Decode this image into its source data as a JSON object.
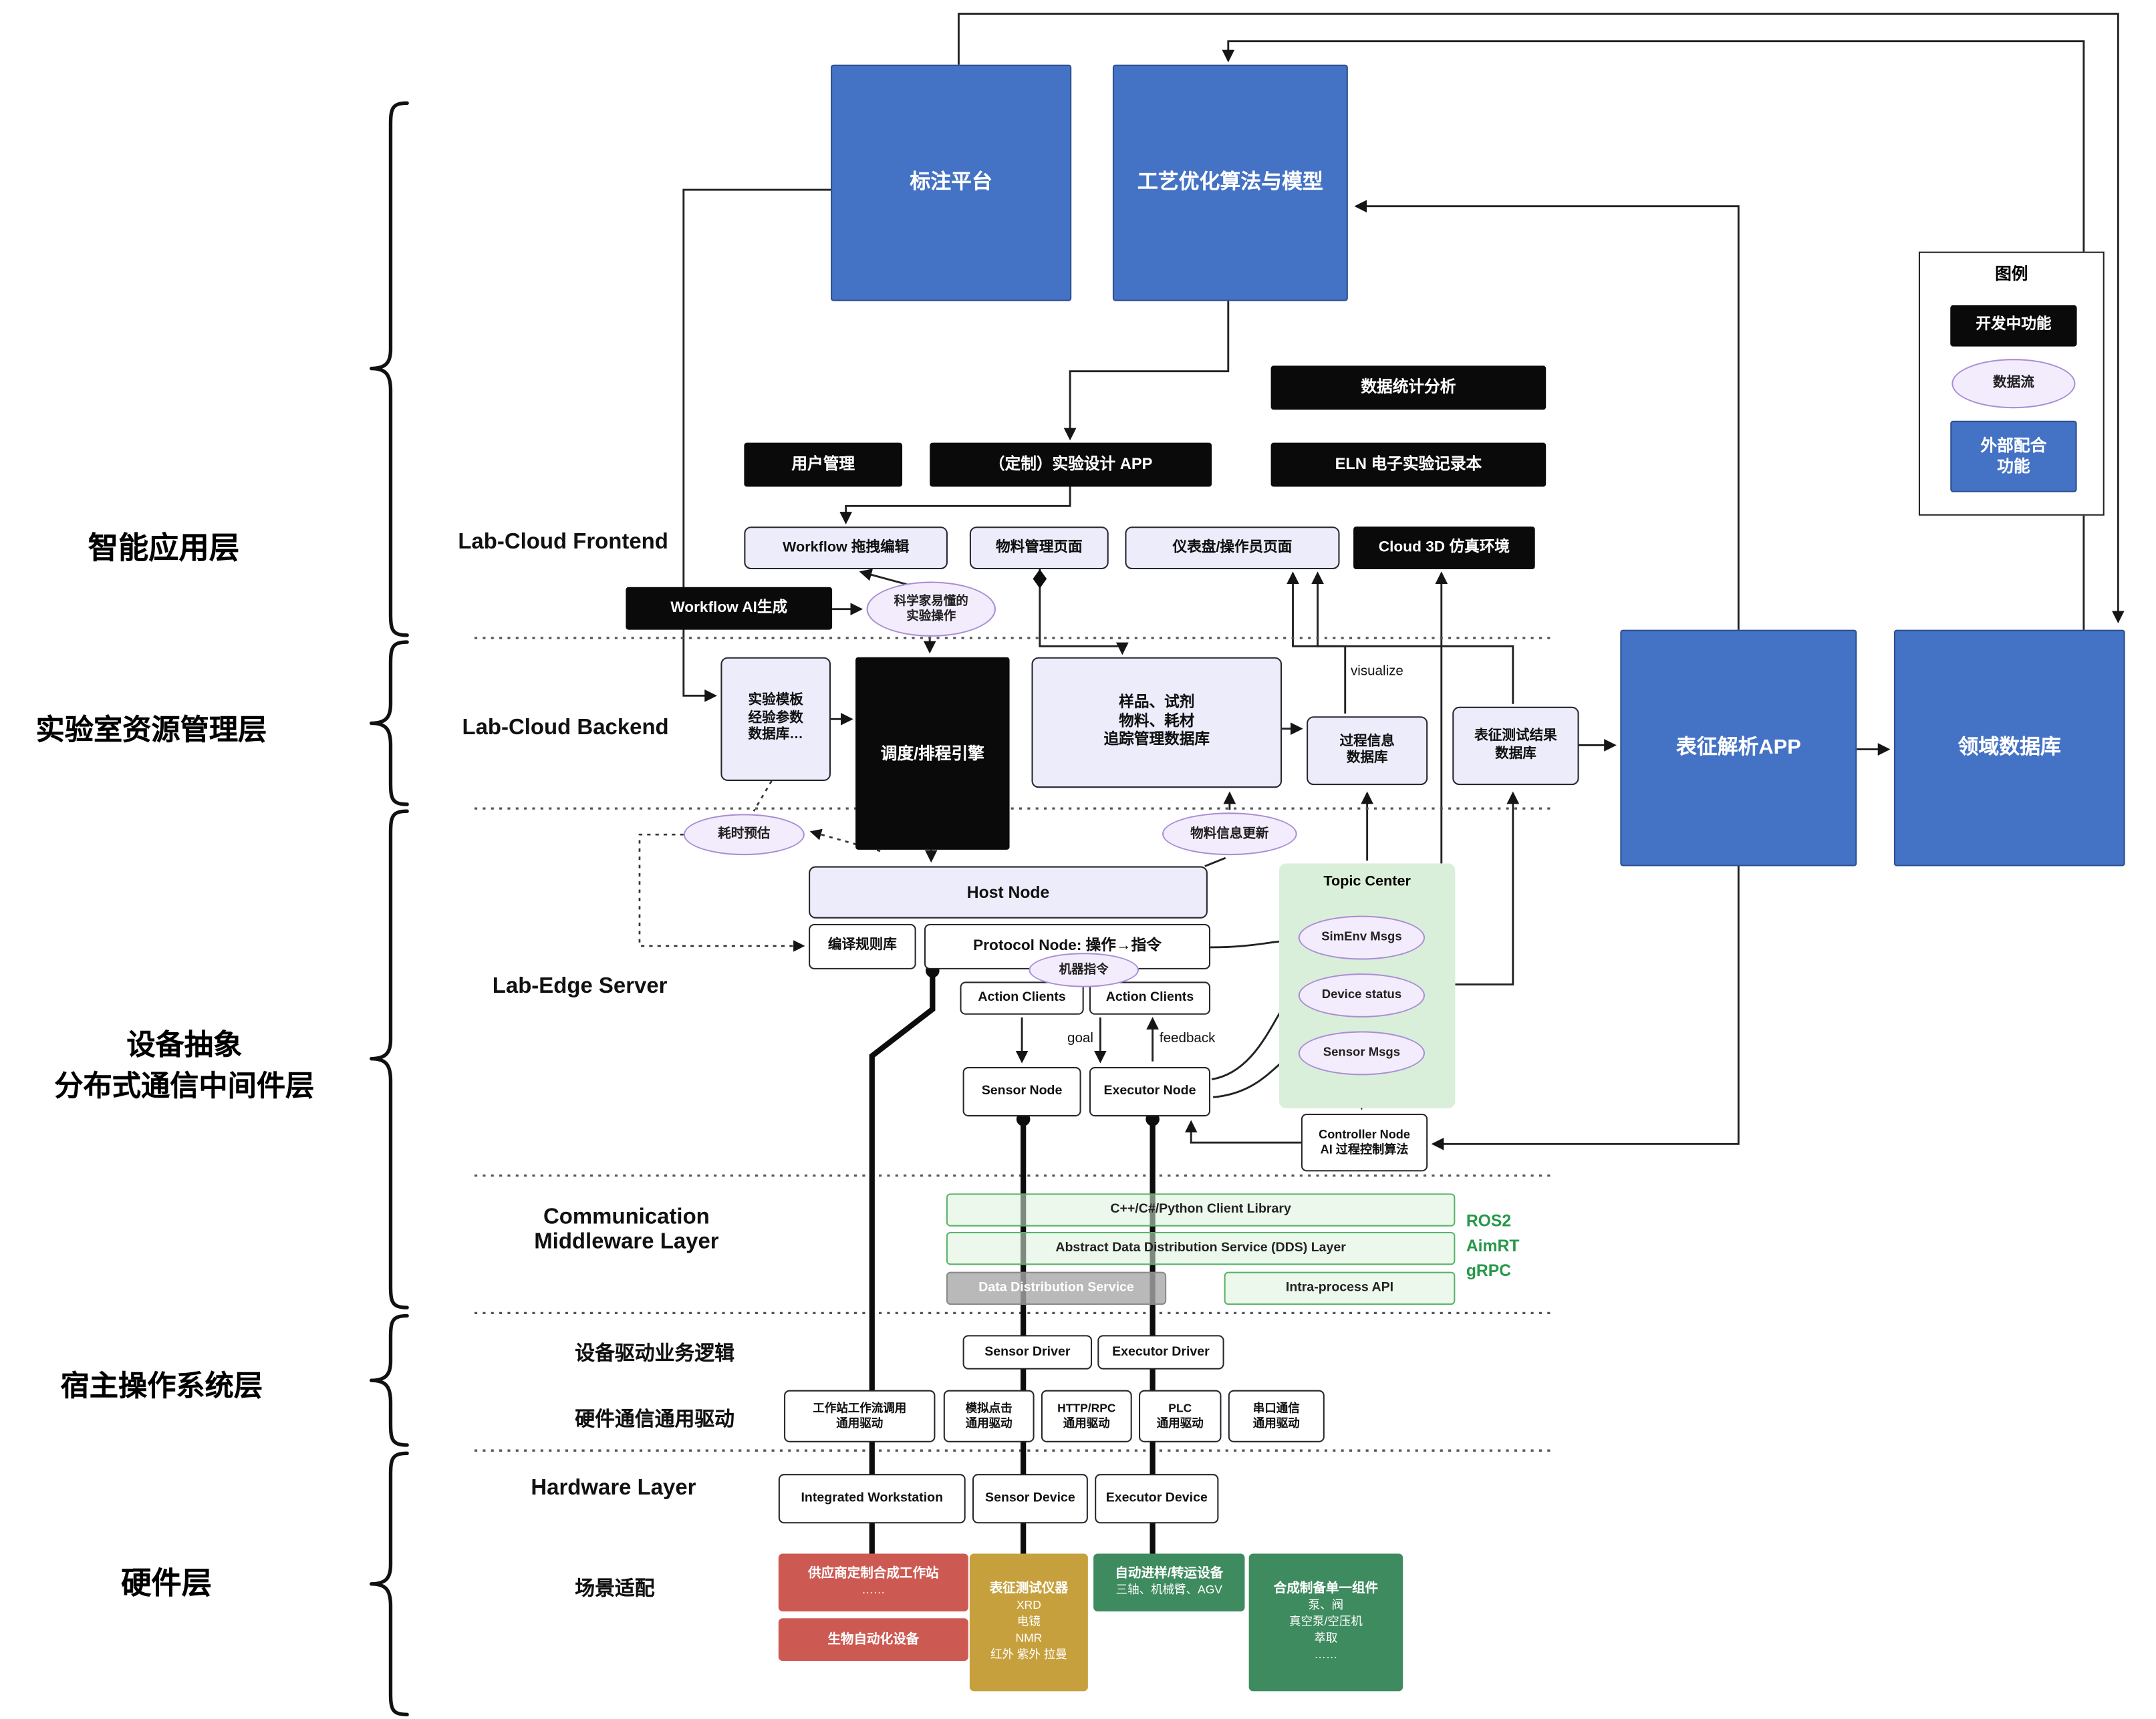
{
  "layer_labels": {
    "intelligent_app": "智能应用层",
    "lab_resource": "实验室资源管理层",
    "device_abstraction": [
      "设备抽象",
      "分布式通信中间件层"
    ],
    "host_os": "宿主操作系统层",
    "hardware": "硬件层"
  },
  "top": {
    "annotation_platform": "标注平台",
    "process_optimization": "工艺优化算法与模型"
  },
  "legend": {
    "title": "图例",
    "in_development": "开发中功能",
    "data_flow": "数据流",
    "external": [
      "外部配合",
      "功能"
    ]
  },
  "frontend": {
    "section_label": "Lab-Cloud Frontend",
    "data_stats": "数据统计分析",
    "user_mgmt": "用户管理",
    "custom_app": "（定制）实验设计 APP",
    "eln": "ELN 电子实验记录本",
    "workflow_editor": "Workflow 拖拽编辑",
    "material_page": "物料管理页面",
    "dashboard_page": "仪表盘/操作员页面",
    "cloud_3d": "Cloud 3D 仿真环境",
    "workflow_ai": "Workflow AI生成",
    "scientist_ops": [
      "科学家易懂的",
      "实验操作"
    ]
  },
  "backend": {
    "section_label": "Lab-Cloud Backend",
    "template_db": [
      "实验模板",
      "经验参数",
      "数据库…"
    ],
    "scheduler": "调度/排程引擎",
    "sample_db": [
      "样品、试剂",
      "物料、耗材",
      "追踪管理数据库"
    ],
    "process_db": [
      "过程信息",
      "数据库"
    ],
    "result_db": [
      "表征测试结果",
      "数据库"
    ],
    "visualize": "visualize",
    "characterization_app": "表征解析APP",
    "domain_db": "领域数据库"
  },
  "edge": {
    "section_label": "Lab-Edge Server",
    "time_estimate": "耗时预估",
    "material_update": "物料信息更新",
    "host_node": "Host Node",
    "compile_rules": "编译规则库",
    "protocol_node": "Protocol Node: 操作→指令",
    "machine_cmd": "机器指令",
    "action_clients_1": "Action Clients",
    "action_clients_2": "Action Clients",
    "goal": "goal",
    "feedback": "feedback",
    "sensor_node": "Sensor Node",
    "executor_node": "Executor Node",
    "topic_center": "Topic Center",
    "simenv_msgs": "SimEnv Msgs",
    "device_status": "Device status",
    "sensor_msgs": "Sensor Msgs",
    "controller_node": [
      "Controller Node",
      "AI 过程控制算法"
    ]
  },
  "middleware": {
    "section_label": [
      "Communication",
      "Middleware Layer"
    ],
    "client_library": "C++/C#/Python Client Library",
    "dds_layer": "Abstract Data Distribution Service (DDS) Layer",
    "dds_service": "Data Distribution Service",
    "intra_api": "Intra-process API",
    "stacks": [
      "ROS2",
      "AimRT",
      "gRPC"
    ]
  },
  "host_layer": {
    "driver_logic_label": "设备驱动业务逻辑",
    "sensor_driver": "Sensor Driver",
    "executor_driver": "Executor Driver",
    "generic_driver_label": "硬件通信通用驱动",
    "drivers": [
      [
        "工作站工作流调用",
        "通用驱动"
      ],
      [
        "模拟点击",
        "通用驱动"
      ],
      [
        "HTTP/RPC",
        "通用驱动"
      ],
      [
        "PLC",
        "通用驱动"
      ],
      [
        "串口通信",
        "通用驱动"
      ]
    ]
  },
  "hardware_layer": {
    "section_label": "Hardware Layer",
    "workstation": "Integrated Workstation",
    "sensor_device": "Sensor Device",
    "executor_device": "Executor Device",
    "scenario_label": "场景适配",
    "vendor_ws": [
      "供应商定制合成工作站",
      "……"
    ],
    "bio_auto": "生物自动化设备",
    "char_instruments": {
      "title": "表征测试仪器",
      "lines": [
        "XRD",
        "电镜",
        "NMR",
        "红外 紫外 拉曼"
      ]
    },
    "transfer": {
      "title": "自动进样/转运设备",
      "lines": [
        "三轴、机械臂、AGV"
      ]
    },
    "components": {
      "title": "合成制备单一组件",
      "lines": [
        "泵、阀",
        "真空泵/空压机",
        "萃取",
        "……"
      ]
    }
  },
  "colors": {
    "external_blue": "#4472c4",
    "in_dev_black": "#0a0a0a",
    "dataflow_fill": "#f3ecfc",
    "dataflow_border": "#a98ed6",
    "db_lavender": "#ececfb",
    "topic_green": "#d9efd9",
    "middleware_green_border": "#58b368",
    "gray_service": "#a8a8a8",
    "vendor_red": "#cd5a52",
    "instrument_tan": "#c7a03e",
    "device_green": "#3e8b5f"
  }
}
